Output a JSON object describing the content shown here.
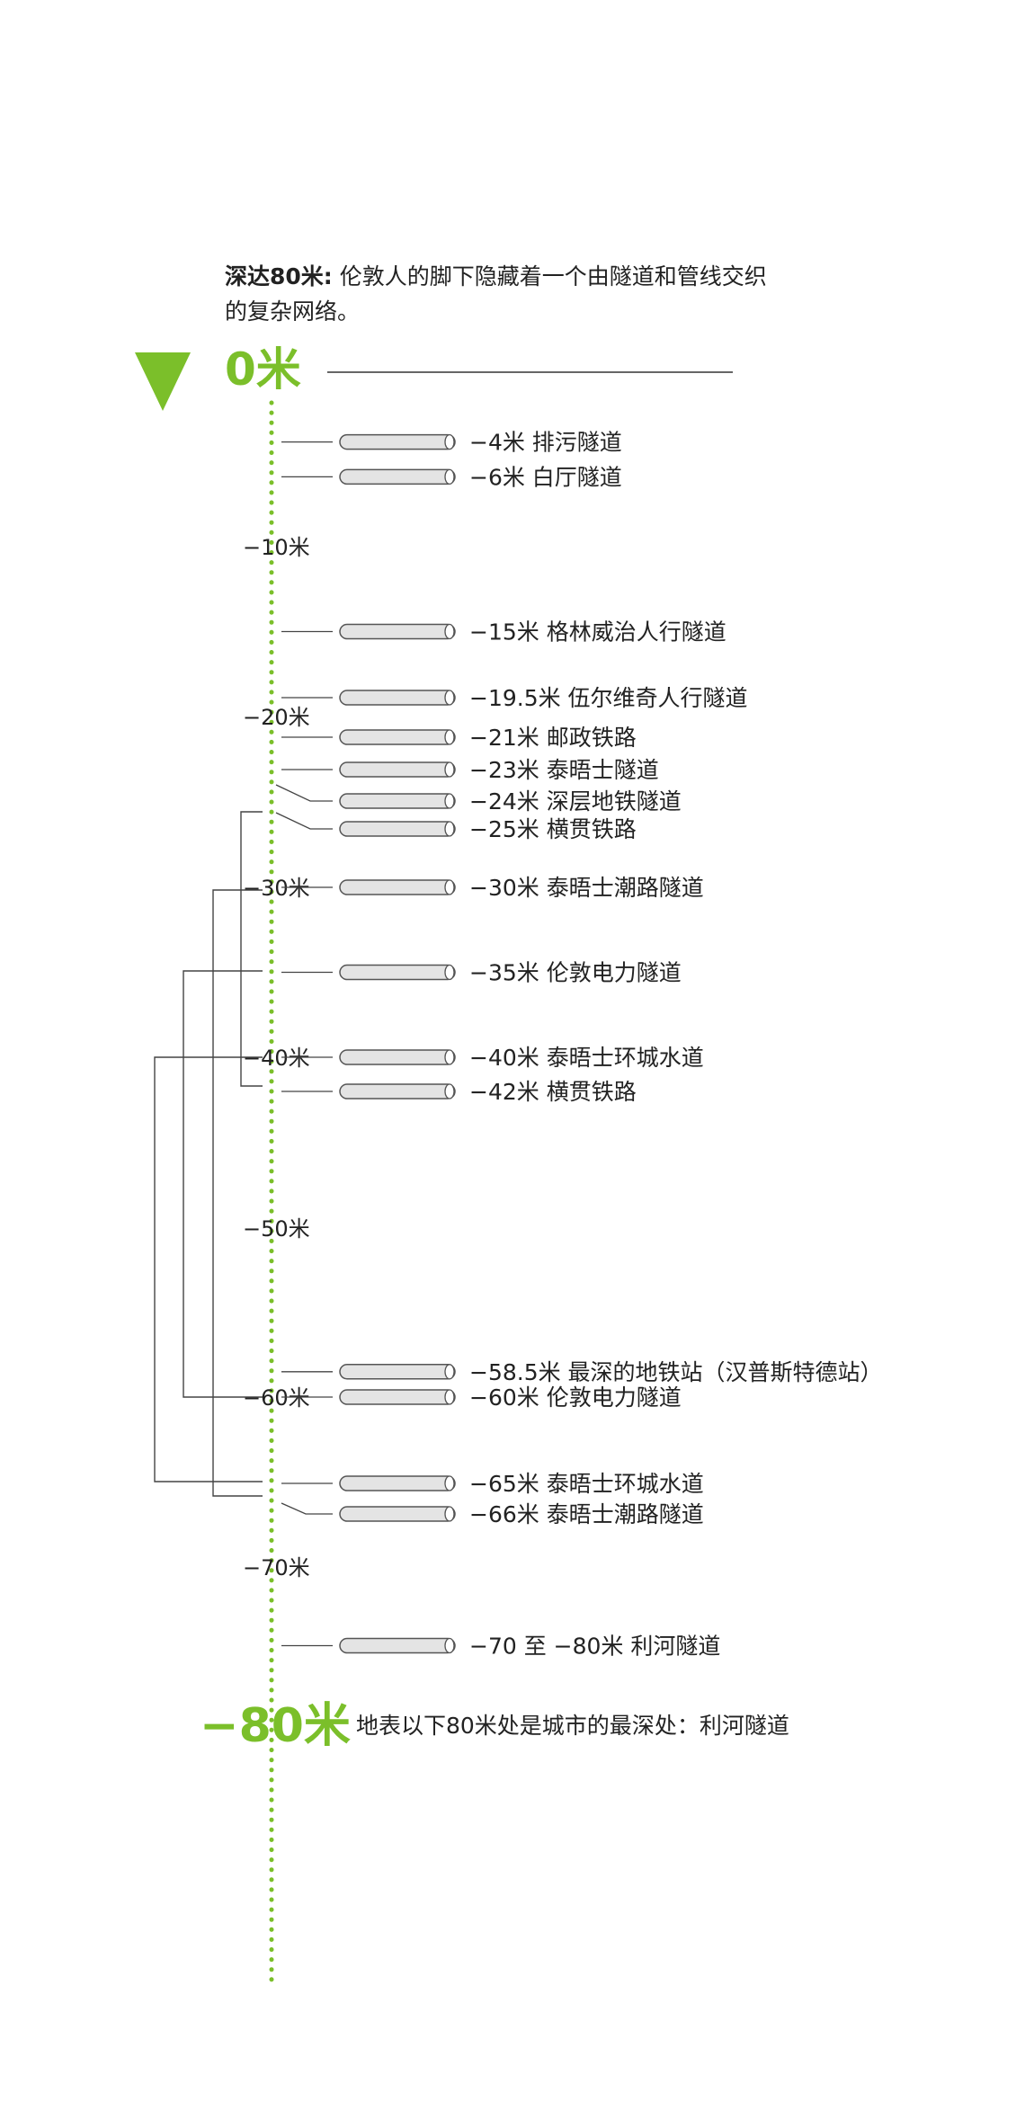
{
  "intro": {
    "bold": "深达80米:",
    "text": " 伦敦人的脚下隐藏着一个由隧道和管线交织的复杂网络。"
  },
  "top_label": "0米",
  "bottom_label": "−80米",
  "bottom_note": "地表以下80米处是城市的最深处：利河隧道",
  "depth_marks": [
    {
      "depth": 10,
      "label": "−10米"
    },
    {
      "depth": 20,
      "label": "−20米"
    },
    {
      "depth": 30,
      "label": "−30米"
    },
    {
      "depth": 40,
      "label": "−40米"
    },
    {
      "depth": 50,
      "label": "−50米"
    },
    {
      "depth": 60,
      "label": "−60米"
    },
    {
      "depth": 70,
      "label": "−70米"
    }
  ],
  "tunnels": [
    {
      "depth": 4,
      "label": "−4米 排污隧道"
    },
    {
      "depth": 6,
      "label": "−6米 白厅隧道"
    },
    {
      "depth": 15,
      "label": "−15米 格林威治人行隧道"
    },
    {
      "depth": 19.5,
      "label": "−19.5米 伍尔维奇人行隧道"
    },
    {
      "depth": 21,
      "label": "−21米 邮政铁路"
    },
    {
      "depth": 23,
      "label": "−23米 泰晤士隧道"
    },
    {
      "depth": 24,
      "label": "−24米 深层地铁隧道"
    },
    {
      "depth": 25,
      "label": "−25米 横贯铁路"
    },
    {
      "depth": 30,
      "label": "−30米 泰晤士潮路隧道"
    },
    {
      "depth": 35,
      "label": "−35米 伦敦电力隧道"
    },
    {
      "depth": 40,
      "label": "−40米 泰晤士环城水道"
    },
    {
      "depth": 42,
      "label": "−42米 横贯铁路"
    },
    {
      "depth": 58.5,
      "label": "−58.5米 最深的地铁站（汉普斯特德站）"
    },
    {
      "depth": 60,
      "label": "−60米 伦敦电力隧道"
    },
    {
      "depth": 65,
      "label": "−65米 泰晤士环城水道"
    },
    {
      "depth": 66,
      "label": "−66米 泰晤士潮路隧道"
    },
    {
      "depth": 75,
      "label": "−70 至 −80米 利河隧道"
    }
  ],
  "colors": {
    "accent": "#7bbf2a",
    "line": "#333333",
    "pipe_fill": "#e4e4e4",
    "pipe_stroke": "#555555"
  }
}
